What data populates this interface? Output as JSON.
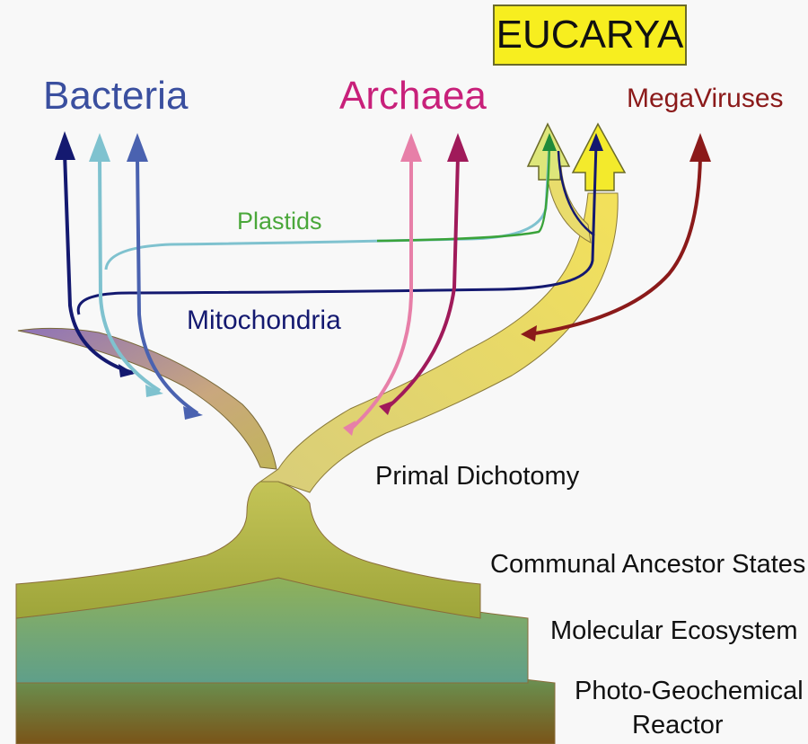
{
  "labels": {
    "eucarya": "EUCARYA",
    "bacteria": "Bacteria",
    "archaea": "Archaea",
    "megaviruses": "MegaViruses",
    "plastids": "Plastids",
    "mitochondria": "Mitochondria",
    "primal_dichotomy": "Primal Dichotomy",
    "communal_ancestor_states": "Communal Ancestor States",
    "molecular_ecosystem": "Molecular Ecosystem",
    "reactor_line1": "Photo-Geochemical",
    "reactor_line2": "Reactor"
  },
  "colors": {
    "bacteria": "#3a4f9f",
    "archaea": "#c8207a",
    "megaviruses": "#8b1a1a",
    "plastids": "#3aa33a",
    "mitochondria": "#1a1a7a",
    "eucarya_box": "#f7ee1f",
    "eucarya_trunk": "#e8d66a",
    "bacteria_trunk": "#9b7cb0",
    "ancestor_base": "#a8a93a",
    "ecosystem_layer": "#7ea869",
    "reactor_top": "#6fa88b",
    "reactor_bottom": "#7a5a1e"
  }
}
